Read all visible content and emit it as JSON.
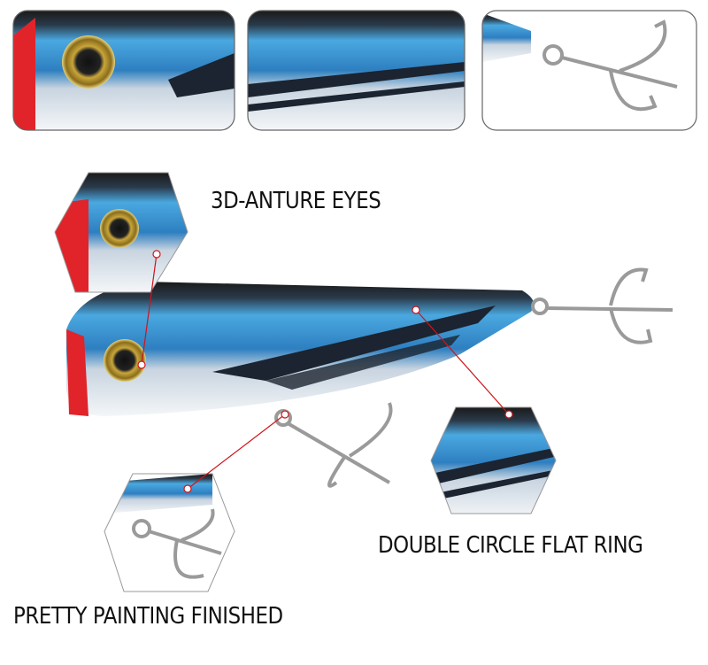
{
  "labels": {
    "eyes": "3D-ANTURE EYES",
    "ring": "DOUBLE CIRCLE FLAT RING",
    "painting": "PRETTY PAINTING FINISHED"
  },
  "colors": {
    "accent_line": "#d0141a",
    "body_blue": "#3f9fd8",
    "nose_red": "#e0242a",
    "hook_silver": "#9a9a9a"
  }
}
